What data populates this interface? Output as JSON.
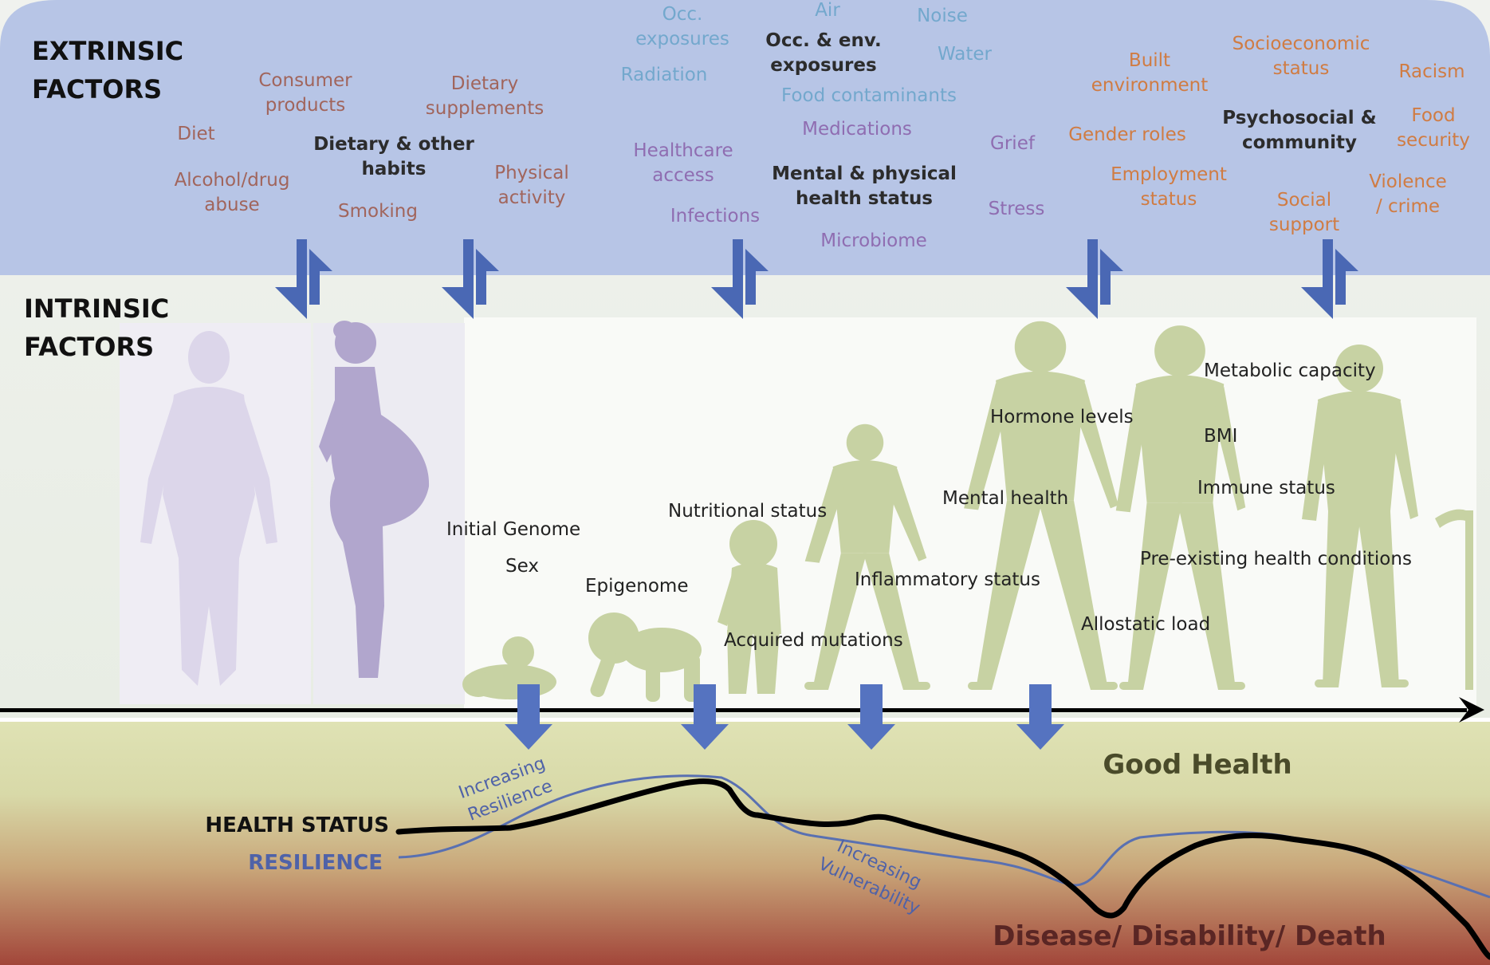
{
  "colors": {
    "extrinsic_bg": "#b6c4e6",
    "intrinsic_bg": "#eef1ec",
    "silhouette_green": "#c7d2a3",
    "silhouette_lilac_light": "#ddd8ea",
    "silhouette_lilac": "#b1a6cd",
    "arrow_blue": "#4a68b4",
    "health_line": "#000000",
    "resilience_line": "#5970b1",
    "health_good_bg": "#d8dcae",
    "health_bad_bg": "#a54a3c",
    "text_brown": "#a1655c",
    "text_teal": "#73a8cd",
    "text_purple": "#8f6db1",
    "text_orange": "#d07c43",
    "text_dark": "#2c2c2c",
    "good_health_text": "#4a4b2a",
    "disease_text": "#5a2624",
    "resilience_label": "#4f62a8"
  },
  "icons": [
    "adult-woman-silhouette",
    "pregnant-woman-silhouette",
    "newborn-silhouette",
    "crawling-baby-silhouette",
    "toddler-silhouette",
    "child-silhouette",
    "adult-walking-silhouette",
    "older-adult-silhouette",
    "elderly-with-cane-silhouette",
    "double-arrow-icon",
    "down-arrow-icon",
    "timeline-arrow-icon"
  ],
  "headers": {
    "extrinsic": [
      "EXTRINSIC",
      "FACTORS"
    ],
    "intrinsic": [
      "INTRINSIC",
      "FACTORS"
    ]
  },
  "extrinsic_factors": [
    {
      "text": [
        "Diet"
      ],
      "color": "brown",
      "bold": false
    },
    {
      "text": [
        "Alcohol/drug",
        "abuse"
      ],
      "color": "brown",
      "bold": false
    },
    {
      "text": [
        "Consumer",
        "products"
      ],
      "color": "brown",
      "bold": false
    },
    {
      "text": [
        "Dietary & other",
        "habits"
      ],
      "color": "dark",
      "bold": true
    },
    {
      "text": [
        "Smoking"
      ],
      "color": "brown",
      "bold": false
    },
    {
      "text": [
        "Dietary",
        "supplements"
      ],
      "color": "brown",
      "bold": false
    },
    {
      "text": [
        "Physical",
        "activity"
      ],
      "color": "brown",
      "bold": false
    },
    {
      "text": [
        "Occ.",
        "exposures"
      ],
      "color": "teal",
      "bold": false
    },
    {
      "text": [
        "Radiation"
      ],
      "color": "teal",
      "bold": false
    },
    {
      "text": [
        "Air"
      ],
      "color": "teal",
      "bold": false
    },
    {
      "text": [
        "Occ. & env.",
        "exposures"
      ],
      "color": "dark",
      "bold": true
    },
    {
      "text": [
        "Noise"
      ],
      "color": "teal",
      "bold": false
    },
    {
      "text": [
        "Water"
      ],
      "color": "teal",
      "bold": false
    },
    {
      "text": [
        "Food contaminants"
      ],
      "color": "teal",
      "bold": false
    },
    {
      "text": [
        "Healthcare",
        "access"
      ],
      "color": "purple",
      "bold": false
    },
    {
      "text": [
        "Infections"
      ],
      "color": "purple",
      "bold": false
    },
    {
      "text": [
        "Medications"
      ],
      "color": "purple",
      "bold": false
    },
    {
      "text": [
        "Mental & physical",
        "health status"
      ],
      "color": "dark",
      "bold": true
    },
    {
      "text": [
        "Microbiome"
      ],
      "color": "purple",
      "bold": false
    },
    {
      "text": [
        "Grief"
      ],
      "color": "purple",
      "bold": false
    },
    {
      "text": [
        "Stress"
      ],
      "color": "purple",
      "bold": false
    },
    {
      "text": [
        "Built",
        "environment"
      ],
      "color": "orange",
      "bold": false
    },
    {
      "text": [
        "Gender roles"
      ],
      "color": "orange",
      "bold": false
    },
    {
      "text": [
        "Employment",
        "status"
      ],
      "color": "orange",
      "bold": false
    },
    {
      "text": [
        "Socioeconomic",
        "status"
      ],
      "color": "orange",
      "bold": false
    },
    {
      "text": [
        "Psychosocial &",
        "community"
      ],
      "color": "dark",
      "bold": true
    },
    {
      "text": [
        "Social",
        "support"
      ],
      "color": "orange",
      "bold": false
    },
    {
      "text": [
        "Racism"
      ],
      "color": "orange",
      "bold": false
    },
    {
      "text": [
        "Food",
        "security"
      ],
      "color": "orange",
      "bold": false
    },
    {
      "text": [
        "Violence",
        "/ crime"
      ],
      "color": "orange",
      "bold": false
    }
  ],
  "intrinsic_factors": [
    "Initial Genome",
    "Sex",
    "Epigenome",
    "Nutritional status",
    "Acquired mutations",
    "Inflammatory status",
    "Mental health",
    "Hormone levels",
    "Allostatic load",
    "Metabolic capacity",
    "BMI",
    "Immune status",
    "Pre-existing health conditions"
  ],
  "outcomes": {
    "good": "Good Health",
    "bad": "Disease/ Disability/ Death",
    "health_status_label": "HEALTH STATUS",
    "resilience_label": "RESILIENCE",
    "increasing_resilience": [
      "Increasing",
      "Resilience"
    ],
    "increasing_vulnerability": [
      "Increasing",
      "Vulnerability"
    ]
  }
}
